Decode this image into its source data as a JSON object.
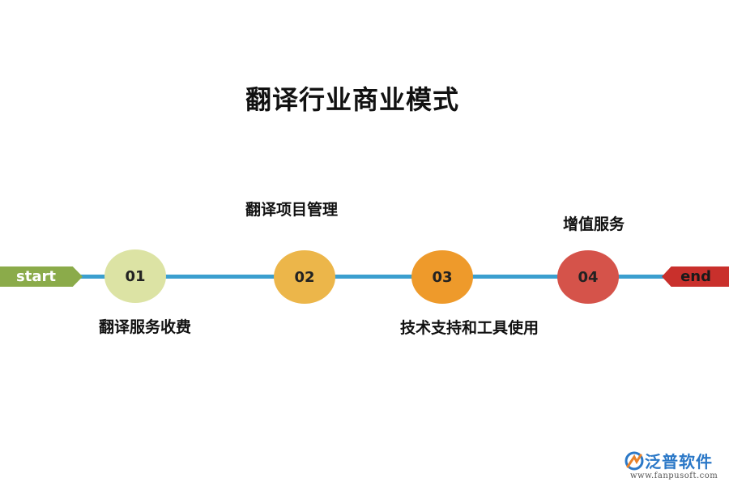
{
  "title": "翻译行业商业模式",
  "start_label": "start",
  "end_label": "end",
  "colors": {
    "line": "#3b9fcf",
    "start": "#8bab4a",
    "end": "#c9302c"
  },
  "nodes": [
    {
      "number": "01",
      "label": "翻译服务收费",
      "color": "#dce3a4"
    },
    {
      "number": "02",
      "label": "翻译项目管理",
      "color": "#ecb64a"
    },
    {
      "number": "03",
      "label": "技术支持和工具使用",
      "color": "#ee9a2b"
    },
    {
      "number": "04",
      "label": "增值服务",
      "color": "#d5534a"
    }
  ],
  "watermark": {
    "name": "泛普软件",
    "url": "www.fanpusoft.com"
  }
}
